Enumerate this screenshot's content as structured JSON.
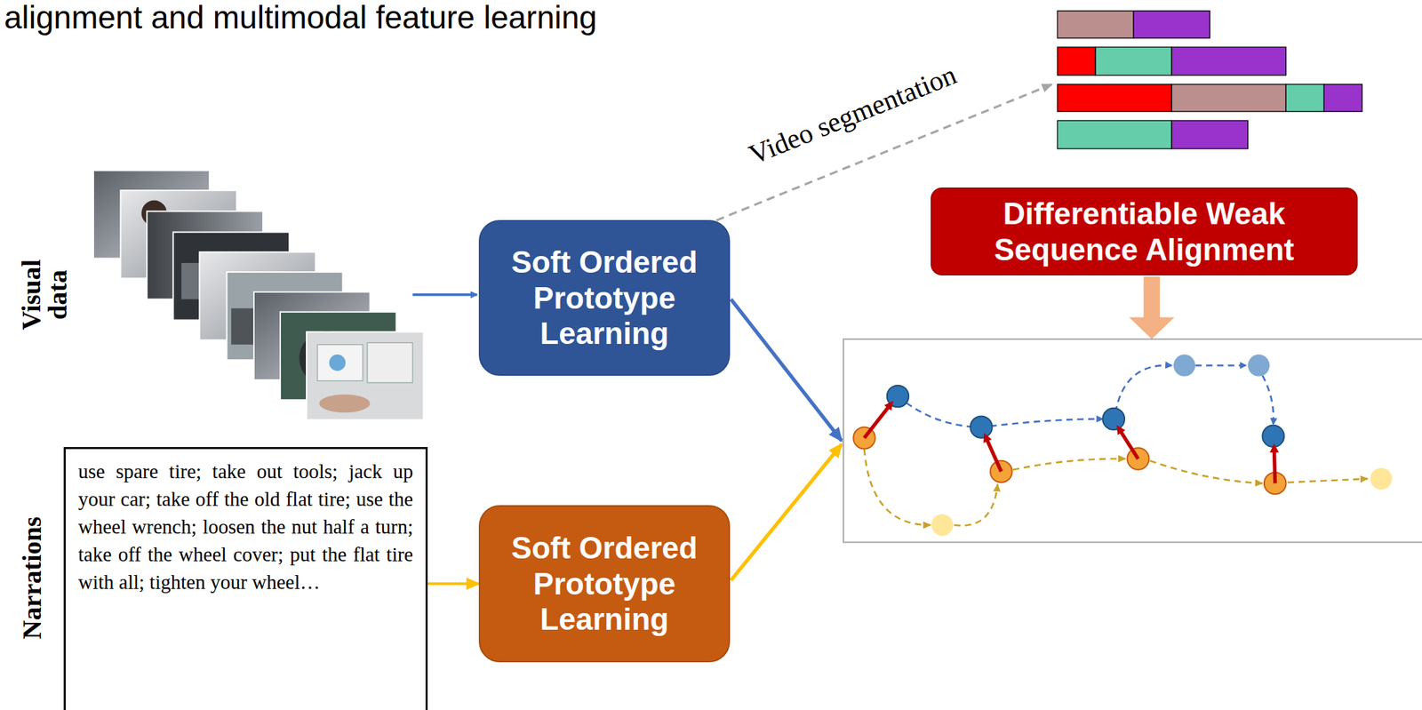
{
  "diagram": {
    "title": "alignment and multimodal feature learning",
    "nodes": [
      {
        "text": [
          "Soft Ordered Prototype Learning"
        ]
      },
      {
        "text": [
          "Differentiable Weak Sequence Alignment"
        ]
      },
      {
        "text": [
          "use spare tire; take out tools; jack up your car; take off the old flat tire; use the wheel wrench; loosen the nut half a turn; take off the wheel cover; put the flat tire with all; tighten your wheel…"
        ]
      },
      {
        "text": [
          "Soft Ordered Prototype Learning"
        ]
      }
    ],
    "edges": [
      {
        "from": 2,
        "to": 3,
        "arrow": "to"
      }
    ],
    "labels": [
      "Visual data",
      "Narrations",
      "Video segmentation"
    ]
  }
}
